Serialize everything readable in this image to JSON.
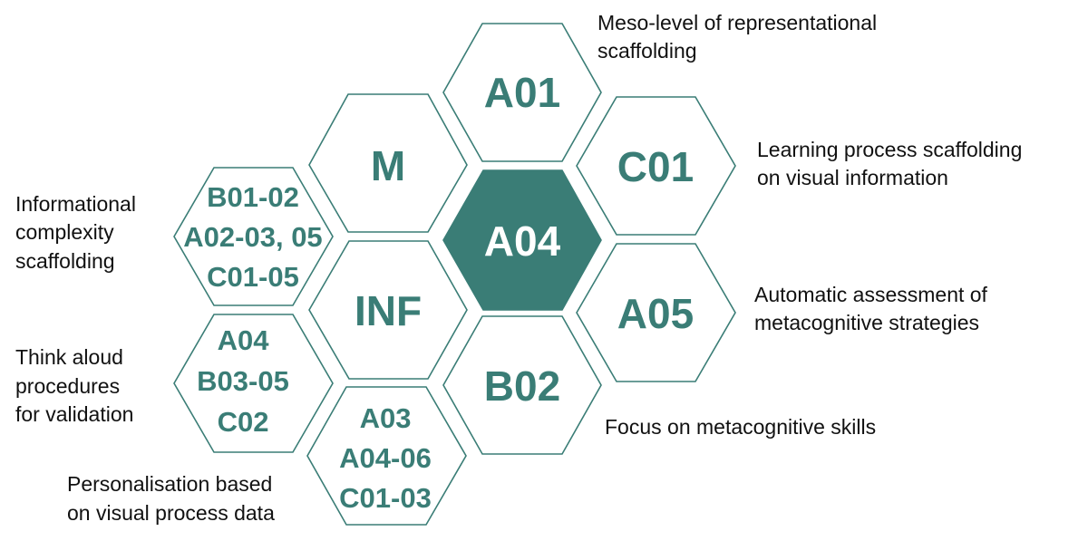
{
  "colors": {
    "accent": "#3a7d76",
    "text": "#111111",
    "background": "#ffffff"
  },
  "hexagons": {
    "a01": {
      "lines": [
        "A01"
      ]
    },
    "m": {
      "lines": [
        "M"
      ]
    },
    "c01": {
      "lines": [
        "C01"
      ]
    },
    "a04": {
      "lines": [
        "A04"
      ]
    },
    "b01_02": {
      "lines": [
        "B01-02",
        "A02-03, 05",
        "C01-05"
      ]
    },
    "inf": {
      "lines": [
        "INF"
      ]
    },
    "a05": {
      "lines": [
        "A05"
      ]
    },
    "a04_b03": {
      "lines": [
        "A04",
        "B03-05",
        "C02"
      ]
    },
    "b02": {
      "lines": [
        "B02"
      ]
    },
    "a03": {
      "lines": [
        "A03",
        "A04-06",
        "C01-03"
      ]
    }
  },
  "captions": {
    "meso": {
      "lines": [
        "Meso-level of representational",
        "scaffolding"
      ]
    },
    "learning": {
      "lines": [
        "Learning process scaffolding",
        "on visual information"
      ]
    },
    "informational": {
      "lines": [
        "Informational",
        "complexity",
        "scaffolding"
      ]
    },
    "automatic": {
      "lines": [
        "Automatic assessment of",
        "metacognitive strategies"
      ]
    },
    "think_aloud": {
      "lines": [
        "Think aloud",
        "procedures",
        "for validation"
      ]
    },
    "focus": {
      "lines": [
        "Focus on metacognitive skills"
      ]
    },
    "personalisation": {
      "lines": [
        "Personalisation based",
        "on visual process data"
      ]
    }
  }
}
